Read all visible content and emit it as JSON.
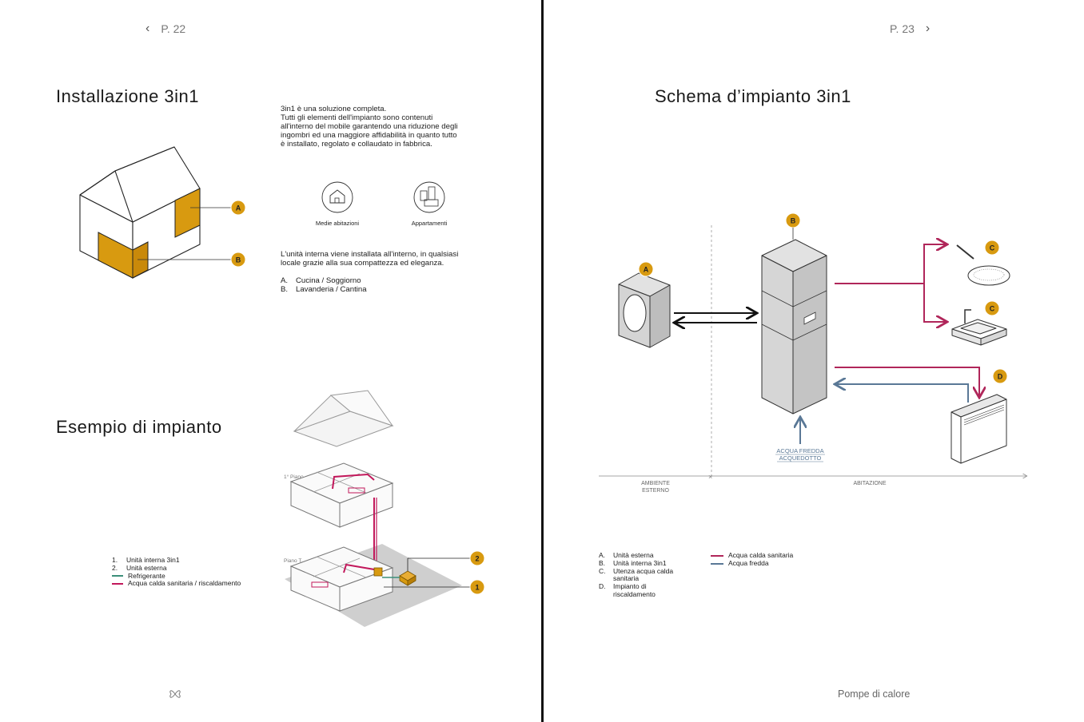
{
  "left_page": {
    "page_label": "P. 22",
    "title_install": "Installazione 3in1",
    "intro": "3in1 è una soluzione completa.\nTutti gli elementi dell'impianto sono contenuti\nall'interno del mobile garantendo una riduzione degli\ningombri ed una maggiore affidabilità in quanto tutto\nè installato, regolato e collaudato in fabbrica.",
    "icons": [
      {
        "icon": "house-icon",
        "label": "Medie abitazioni"
      },
      {
        "icon": "apartments-icon",
        "label": "Appartamenti"
      }
    ],
    "house_markers": [
      "A",
      "B"
    ],
    "install_text": "L'unità interna viene installata all'interno, in qualsiasi\nlocale grazie alla sua compattezza ed eleganza.",
    "locations": [
      {
        "key": "A.",
        "label": "Cucina / Soggiorno"
      },
      {
        "key": "B.",
        "label": "Lavanderia / Cantina"
      }
    ],
    "title_example": "Esempio di impianto",
    "floor_labels": [
      "1° Piano",
      "Piano T."
    ],
    "example_markers": [
      "2",
      "1"
    ],
    "legend": [
      {
        "key": "1.",
        "label": "Unità interna 3in1",
        "swatch": ""
      },
      {
        "key": "2.",
        "label": "Unità esterna",
        "swatch": ""
      },
      {
        "key": "",
        "label": "Refrigerante",
        "swatch": "#3c8f7a"
      },
      {
        "key": "",
        "label": "Acqua calda sanitaria / riscaldamento",
        "swatch": "#c2185b"
      }
    ]
  },
  "right_page": {
    "page_label": "P. 23",
    "title": "Schema d’impianto 3in1",
    "markers": {
      "a": "A",
      "b": "B",
      "c1": "C",
      "c2": "C",
      "d": "D"
    },
    "cold_water_label_1": "ACQUA FREDDA",
    "cold_water_label_2": "ACQUEDOTTO",
    "zone_outside_1": "AMBIENTE",
    "zone_outside_2": "ESTERNO",
    "zone_inside": "ABITAZIONE",
    "items": [
      {
        "key": "A.",
        "label": "Unità esterna"
      },
      {
        "key": "B.",
        "label": "Unità interna 3in1"
      },
      {
        "key": "C.",
        "label": "Utenza acqua calda\nsanitaria"
      },
      {
        "key": "D.",
        "label": "Impianto di\nriscaldamento"
      }
    ],
    "line_legend": [
      {
        "label": "Acqua calda sanitaria",
        "color": "#b0265a"
      },
      {
        "label": "Acqua fredda",
        "color": "#5a7896"
      }
    ],
    "footer": "Pompe di calore"
  },
  "colors": {
    "accent": "#d89a10",
    "hot": "#b0265a",
    "cold": "#5a7896"
  }
}
